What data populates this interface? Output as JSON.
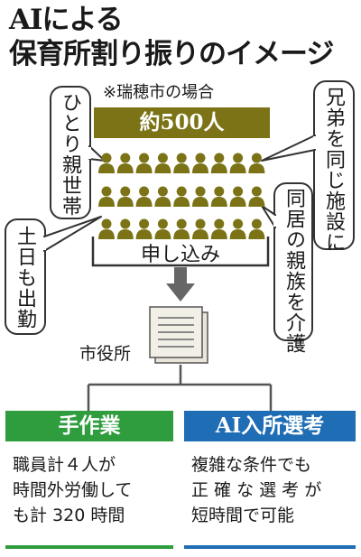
{
  "title": {
    "line1": "AIによる",
    "line2": "保育所割り振りのイメージ"
  },
  "note": "※瑞穂市の場合",
  "count": "約500人",
  "callouts": {
    "single_parent": "ひとり親世帯",
    "weekend_work": "土日も出勤",
    "siblings": "兄弟を同じ施設に",
    "relatives": "同居の親族を介護"
  },
  "apply": "申し込み",
  "office": "市役所",
  "manual": {
    "header": "手作業",
    "lines": [
      "職員計４人が",
      "時間外労働して",
      "も計 320 時間"
    ]
  },
  "ai": {
    "header": "AI入所選考",
    "lines": [
      "複雑な条件でも",
      "正 確 な 選 考 が",
      "短時間で可能"
    ]
  },
  "colors": {
    "olive": "#7b7316",
    "green": "#2f9d3d",
    "blue": "#1f6db5"
  }
}
